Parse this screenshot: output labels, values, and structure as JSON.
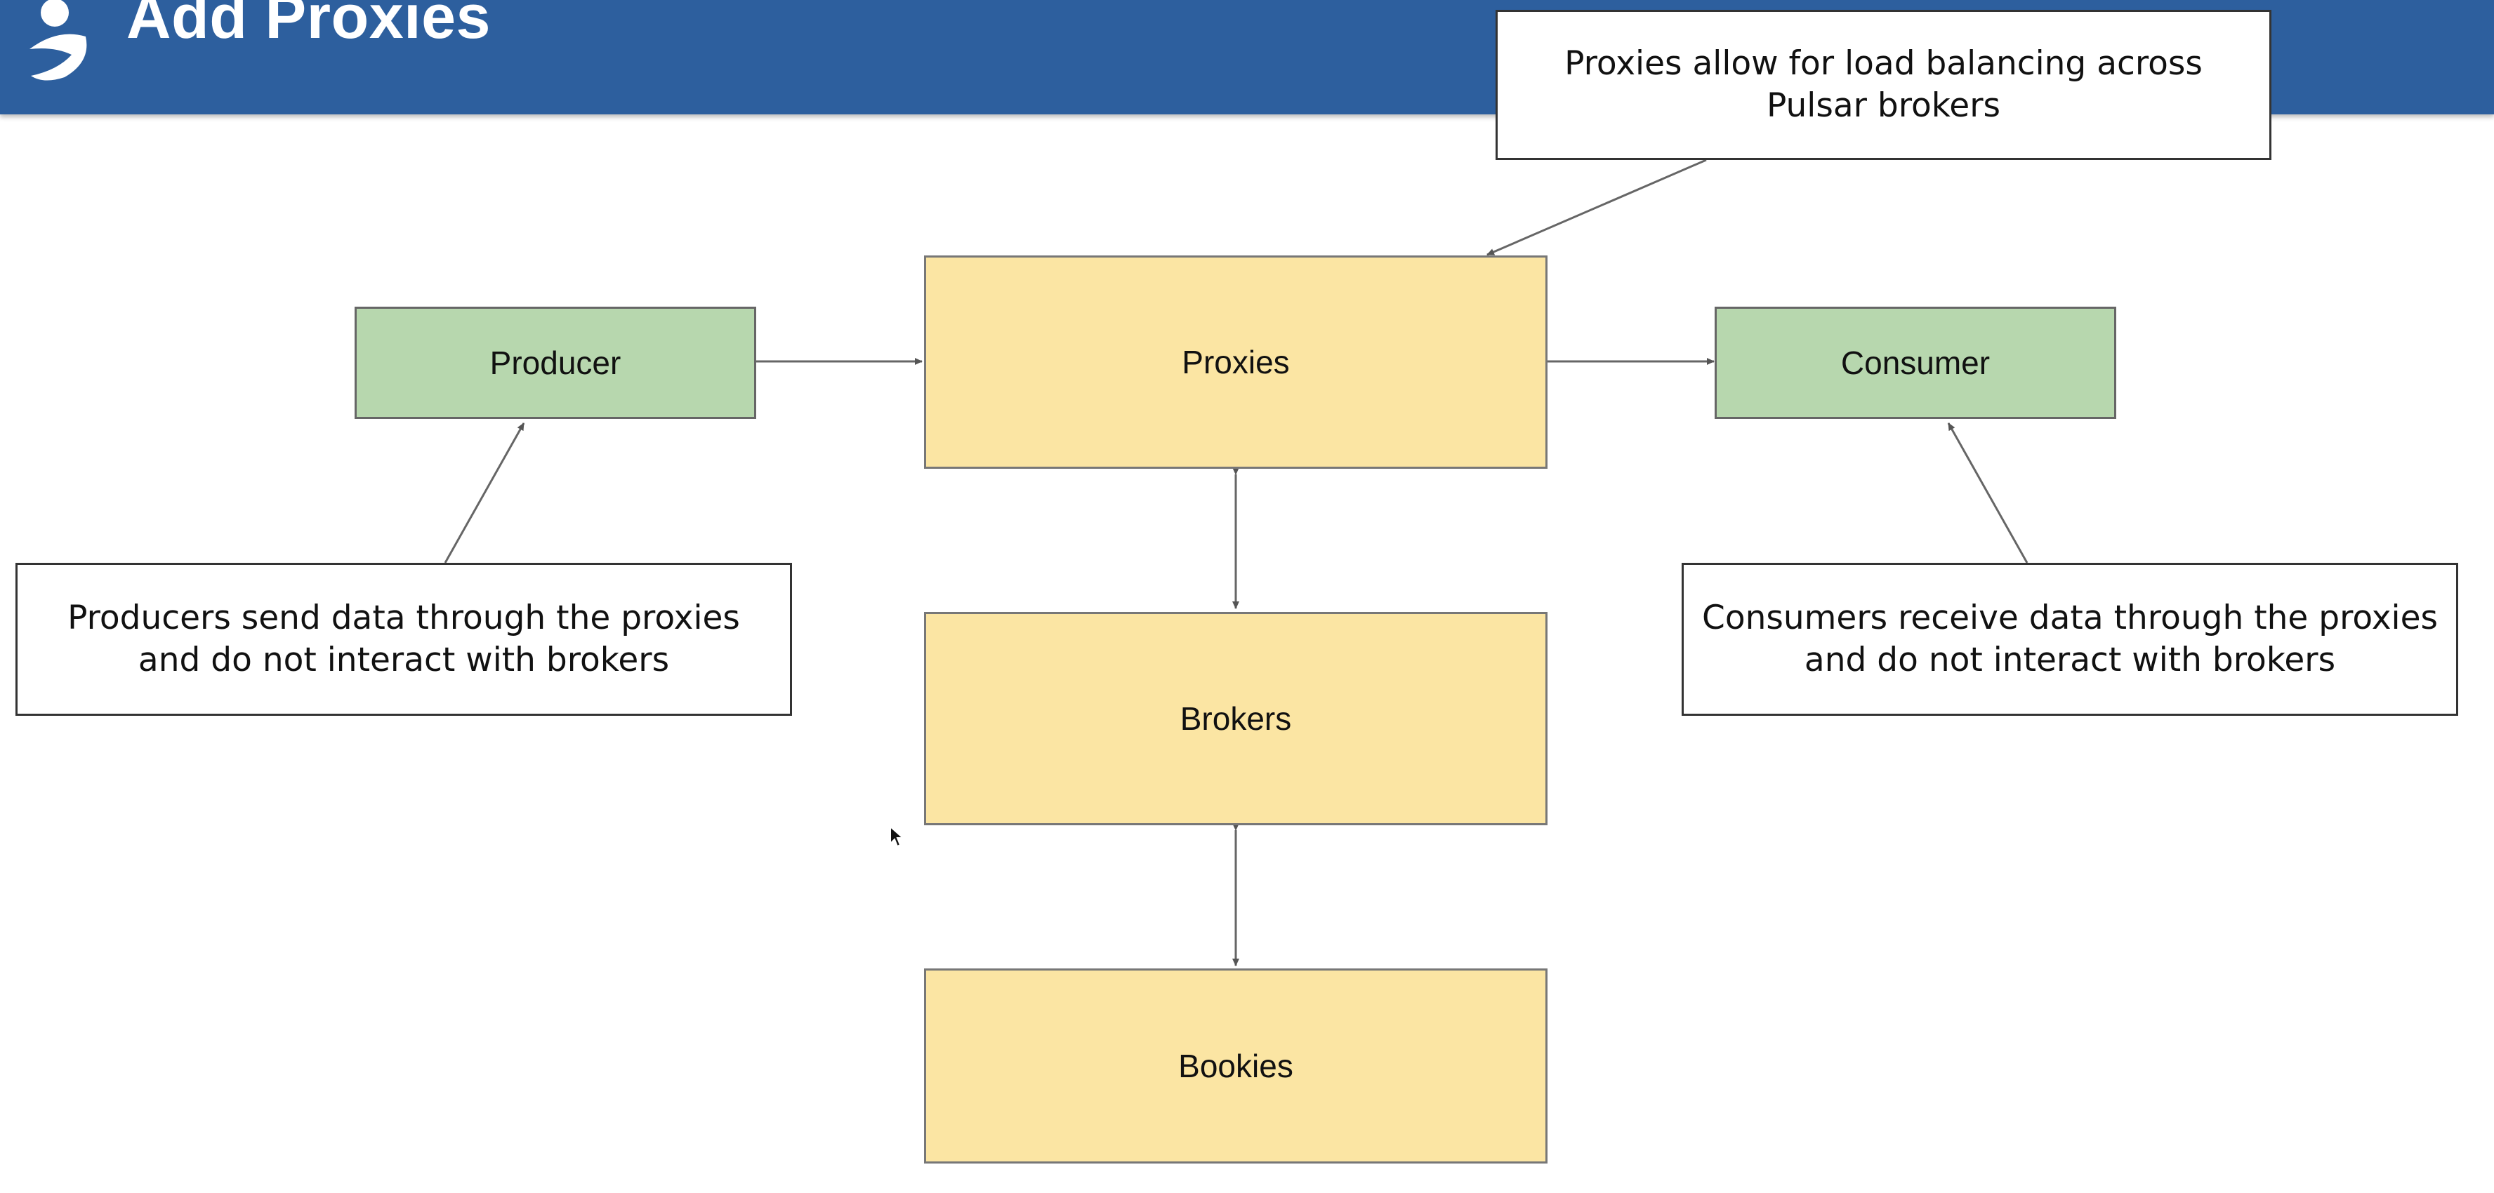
{
  "header": {
    "title": "Add Proxies"
  },
  "nodes": {
    "producer": "Producer",
    "proxies": "Proxies",
    "consumer": "Consumer",
    "brokers": "Brokers",
    "bookies": "Bookies"
  },
  "notes": {
    "proxies_note": "Proxies allow for load balancing across Pulsar brokers",
    "producers_note": "Producers send data through the proxies and do not interact with brokers",
    "consumers_note": "Consumers receive data through the proxies and do not interact with brokers"
  },
  "colors": {
    "header": "#2d5f9e",
    "client_fill": "#b7d7ae",
    "cluster_fill": "#fbe5a3"
  }
}
